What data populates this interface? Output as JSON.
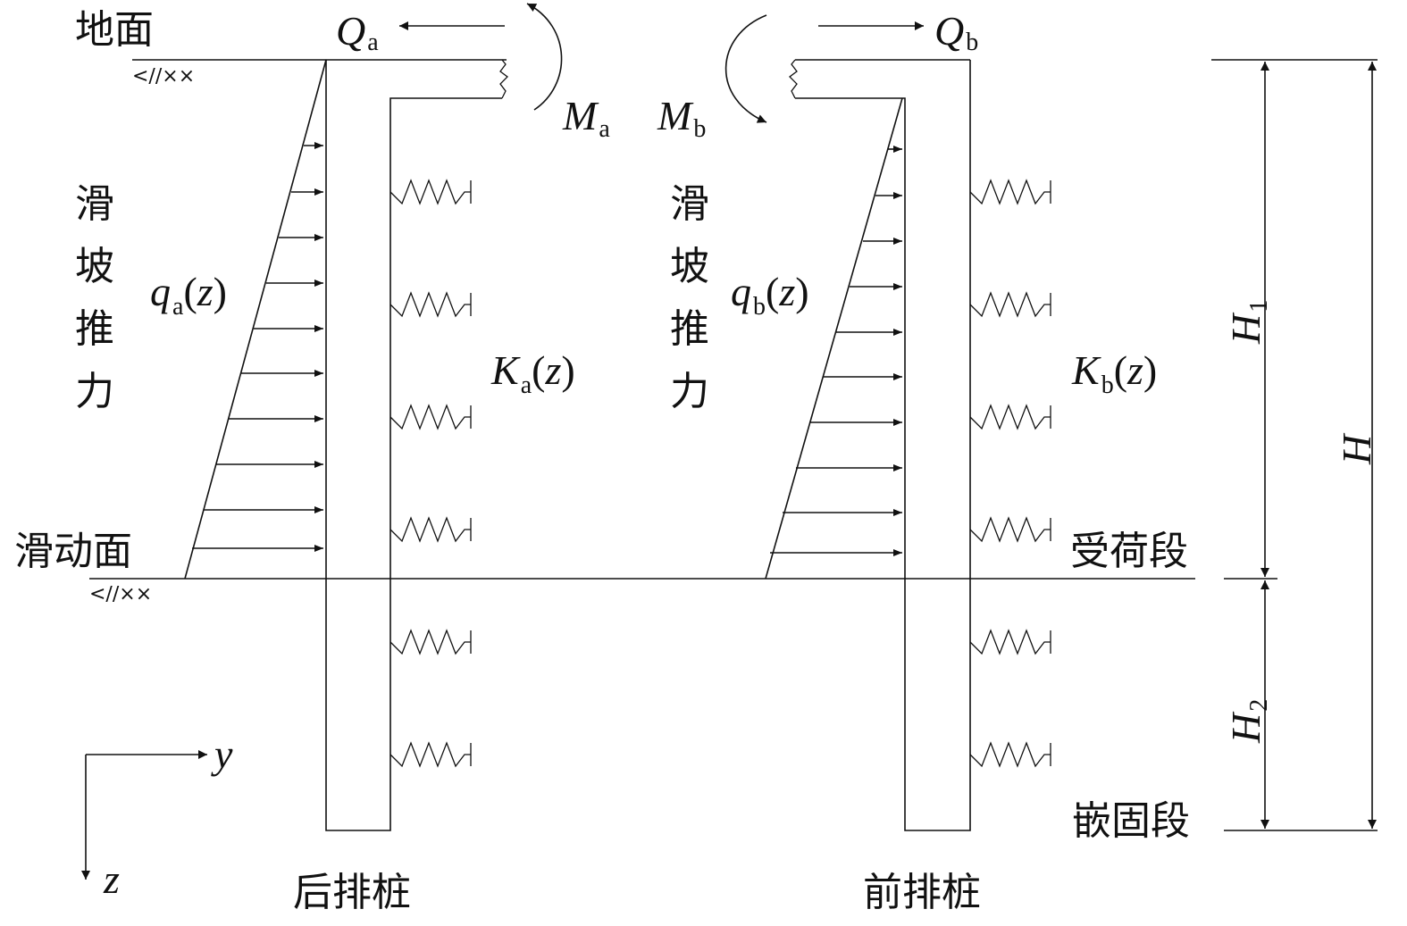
{
  "labels": {
    "ground": "地面",
    "slip_surface": "滑动面",
    "rear_pile": "后排桩",
    "front_pile": "前排桩",
    "loaded_segment": "受荷段",
    "embedded_segment": "嵌固段",
    "thrust_chars": [
      "滑",
      "坡",
      "推",
      "力"
    ],
    "soil_mark": "<∕∕××"
  },
  "symbols": {
    "Qa": {
      "main": "Q",
      "sub": "a"
    },
    "Qb": {
      "main": "Q",
      "sub": "b"
    },
    "Ma": {
      "main": "M",
      "sub": "a"
    },
    "Mb": {
      "main": "M",
      "sub": "b"
    },
    "qa": {
      "main": "q",
      "sub": "a",
      "arg": "z"
    },
    "qb": {
      "main": "q",
      "sub": "b",
      "arg": "z"
    },
    "Ka": {
      "main": "K",
      "sub": "a",
      "arg": "z"
    },
    "Kb": {
      "main": "K",
      "sub": "b",
      "arg": "z"
    },
    "H": {
      "main": "H"
    },
    "H1": {
      "main": "H",
      "sub": "1"
    },
    "H2": {
      "main": "H",
      "sub": "2"
    },
    "y": {
      "main": "y"
    },
    "z": {
      "main": "z"
    }
  }
}
